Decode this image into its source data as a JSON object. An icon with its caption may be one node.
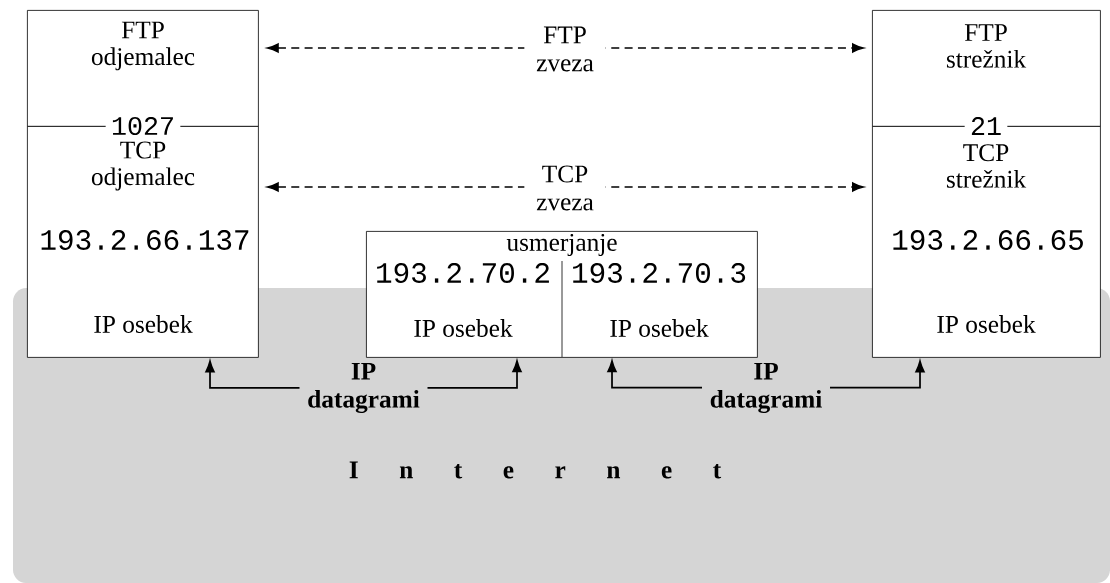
{
  "diagram": {
    "nodes": [
      {
        "text": [
          "FTP odjemalec"
        ]
      },
      {
        "text": [
          "TCP odjemalec",
          "193.2.66.137",
          "IP osebek"
        ]
      },
      {
        "text": [
          "FTP strežnik"
        ]
      },
      {
        "text": [
          "TCP strežnik",
          "193.2.66.65",
          "IP osebek"
        ]
      },
      {
        "text": [
          "usmerjanje"
        ]
      },
      {
        "text": [
          "193.2.70.2",
          "IP osebek"
        ],
        "in": 4
      },
      {
        "text": [
          "193.2.70.3",
          "IP osebek"
        ],
        "in": 4
      }
    ],
    "edges": [
      {
        "from": 0,
        "to": 2,
        "arrow": "both",
        "style": "dashed",
        "label": "FTP zveza"
      },
      {
        "from": 1,
        "to": 3,
        "arrow": "both",
        "style": "dashed",
        "label": "TCP zveza"
      },
      {
        "from": 1,
        "to": 5,
        "arrow": "both",
        "label": "IP datagrami"
      },
      {
        "from": 6,
        "to": 3,
        "arrow": "both",
        "label": "IP datagrami"
      }
    ],
    "labels": [
      "1027",
      "21",
      "I n t e r n e t"
    ]
  }
}
